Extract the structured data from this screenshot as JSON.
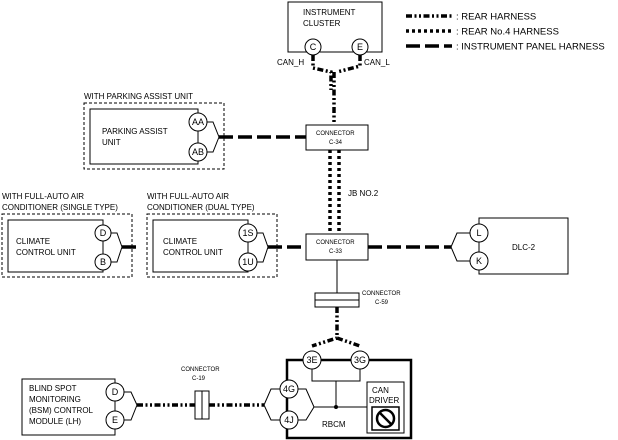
{
  "legend": {
    "rear_harness": ": REAR HARNESS",
    "rear_no4_harness": ": REAR No.4 HARNESS",
    "instrument_panel_harness": ": INSTRUMENT PANEL HARNESS"
  },
  "instrument_cluster": {
    "title_line1": "INSTRUMENT",
    "title_line2": "CLUSTER",
    "pin_c": "C",
    "pin_e": "E",
    "can_h": "CAN_H",
    "can_l": "CAN_L"
  },
  "parking_assist": {
    "group_label": "WITH PARKING ASSIST UNIT",
    "name_line1": "PARKING ASSIST",
    "name_line2": "UNIT",
    "pin_aa": "AA",
    "pin_ab": "AB"
  },
  "connector_c34": {
    "label": "CONNECTOR",
    "id": "C-34"
  },
  "jb": "JB NO.2",
  "connector_c33": {
    "label": "CONNECTOR",
    "id": "C-33"
  },
  "connector_c59": {
    "label": "CONNECTOR",
    "id": "C-59"
  },
  "connector_c19": {
    "label": "CONNECTOR",
    "id": "C-19"
  },
  "climate_single": {
    "group_line1": "WITH FULL-AUTO AIR",
    "group_line2": "CONDITIONER (SINGLE TYPE)",
    "name_line1": "CLIMATE",
    "name_line2": "CONTROL UNIT",
    "pin_d": "D",
    "pin_b": "B"
  },
  "climate_dual": {
    "group_line1": "WITH FULL-AUTO AIR",
    "group_line2": "CONDITIONER (DUAL TYPE)",
    "name_line1": "CLIMATE",
    "name_line2": "CONTROL UNIT",
    "pin_1s": "1S",
    "pin_1u": "1U"
  },
  "dlc": {
    "name": "DLC-2",
    "pin_l": "L",
    "pin_k": "K"
  },
  "rbcm": {
    "name": "RBCM",
    "pin_3e": "3E",
    "pin_3g": "3G",
    "pin_4g": "4G",
    "pin_4j": "4J",
    "can_driver_line1": "CAN",
    "can_driver_line2": "DRIVER"
  },
  "bsm": {
    "name_line1": "BLIND SPOT",
    "name_line2": "MONITORING",
    "name_line3": "(BSM) CONTROL",
    "name_line4": "MODULE (LH)",
    "pin_d": "D",
    "pin_e": "E"
  }
}
